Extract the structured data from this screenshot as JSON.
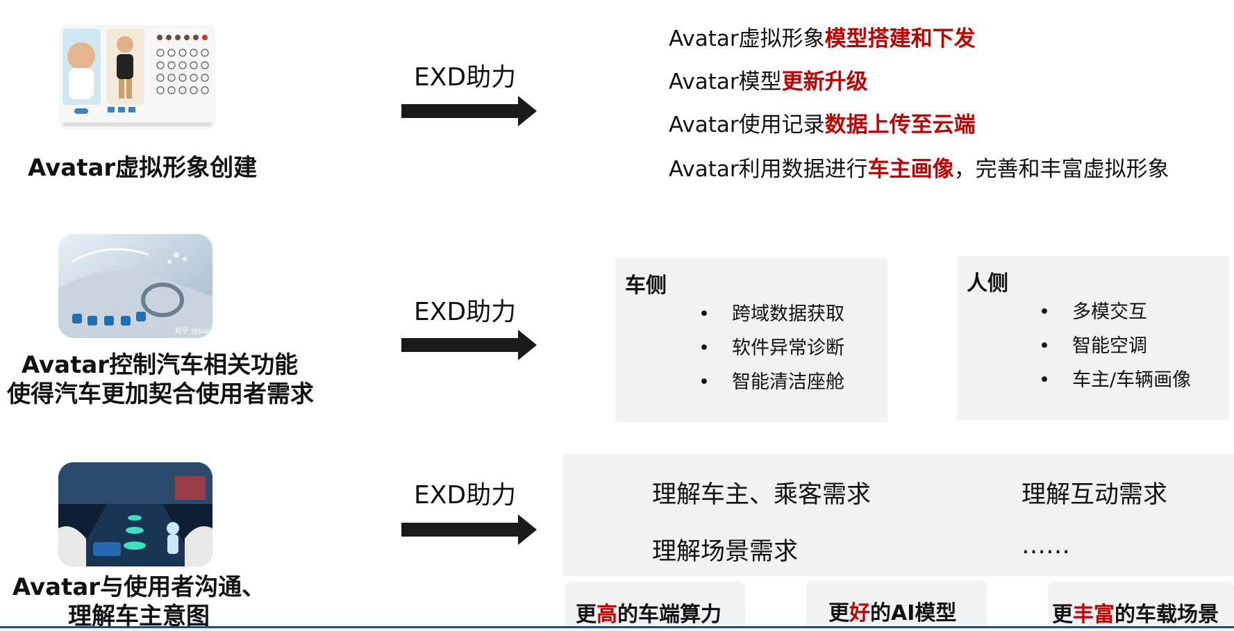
{
  "row1": {
    "caption": "Avatar虚拟形象创建",
    "exd": "EXD助力",
    "items": [
      {
        "plain": "Avatar虚拟形象",
        "red": "模型搭建和下发",
        "tail": ""
      },
      {
        "plain": "Avatar模型",
        "red": "更新升级",
        "tail": ""
      },
      {
        "plain": "Avatar使用记录",
        "red": "数据上传至云端",
        "tail": ""
      },
      {
        "plain": "Avatar利用数据进行",
        "red": "车主画像",
        "tail": "，完善和丰富虚拟形象"
      }
    ]
  },
  "row2": {
    "caption_line1": "Avatar控制汽车相关功能",
    "caption_line2": "使得汽车更加契合使用者需求",
    "exd": "EXD助力",
    "car_side": {
      "title": "车侧",
      "items": [
        "跨域数据获取",
        "软件异常诊断",
        "智能清洁座舱"
      ]
    },
    "human_side": {
      "title": "人侧",
      "items": [
        "多模交互",
        "智能空调",
        "车主/车辆画像"
      ]
    }
  },
  "row3": {
    "caption_line1": "Avatar与使用者沟通、",
    "caption_line2": "理解车主意图",
    "exd": "EXD助力",
    "needs": [
      "理解车主、乘客需求",
      "理解互动需求",
      "理解场景需求",
      "……"
    ]
  },
  "bottom": [
    {
      "pre": "更",
      "red": "高",
      "post": "的车端算力"
    },
    {
      "pre": "更",
      "red": "好",
      "post": "的AI模型"
    },
    {
      "pre": "更",
      "red": "丰富",
      "post": "的车载场景"
    }
  ],
  "watermark": "知乎 @pursuer",
  "colors": {
    "accent_red": "#c00000",
    "box_bg": "#f2f2f2",
    "arrow": "#1a1a1a",
    "rule": "#1f4e79"
  }
}
